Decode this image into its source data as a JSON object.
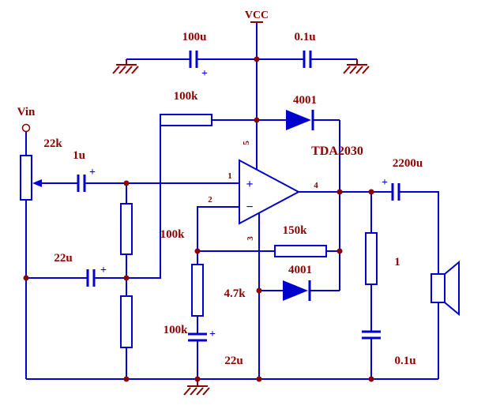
{
  "schematic": {
    "power": {
      "vcc": "VCC"
    },
    "ic": {
      "name": "TDA2030",
      "noninv_symbol": "+",
      "inv_symbol": "−",
      "pin_noninv": "1",
      "pin_inv": "2",
      "pin_gnd": "3",
      "pin_out": "4",
      "pin_vcc": "5"
    },
    "parts": {
      "input_terminal": "Vin",
      "volume_pot": "22k",
      "input_cap": "1u",
      "bias_resistor_top": "100k",
      "bias_resistor_mid": "100k",
      "bias_resistor_bottom": "100k",
      "bias_bypass_cap": "22u",
      "supply_bulk_cap": "100u",
      "supply_decoupling_cap": "0.1u",
      "diode_top": "4001",
      "diode_bottom": "4001",
      "feedback_resistor": "150k",
      "feedback_ground_resistor": "4.7k",
      "feedback_cap": "22u",
      "output_cap": "2200u",
      "zobel_resistor": "1",
      "zobel_cap": "0.1u"
    },
    "polarity_mark": "+"
  },
  "colors": {
    "wire": "#0000CC",
    "label": "#8B0000",
    "junction": "#8B0000"
  }
}
